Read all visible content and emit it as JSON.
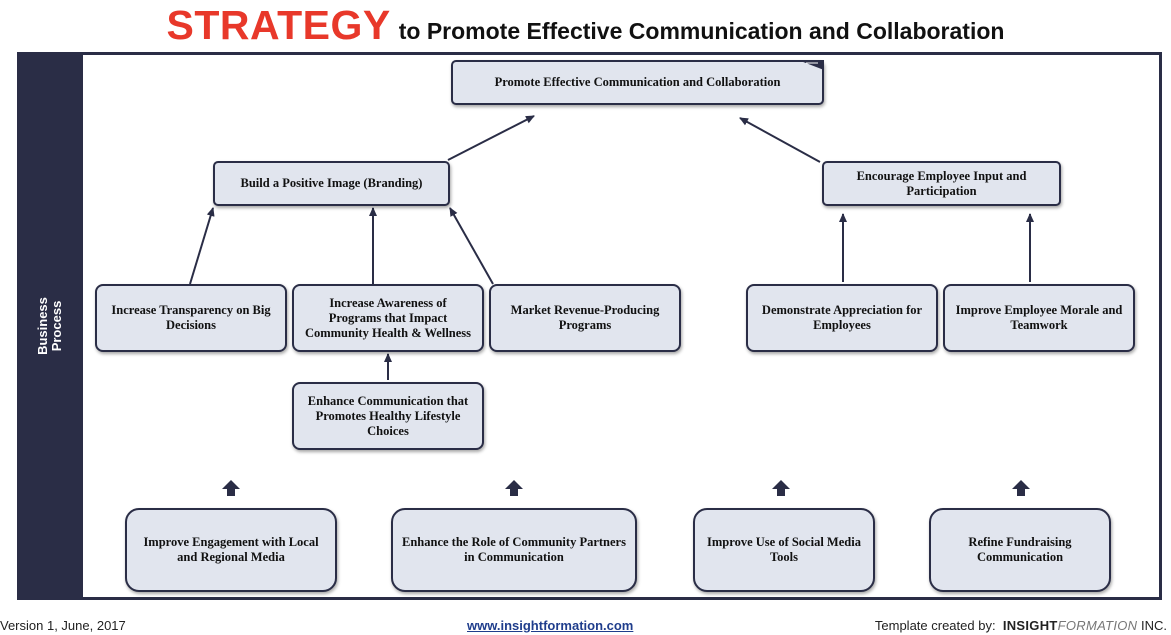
{
  "title": {
    "highlight": "STRATEGY",
    "rest": "to Promote Effective Communication and Collaboration"
  },
  "sidebar": {
    "label": "Business\nProcess"
  },
  "nodes": {
    "goal": "Promote Effective Communication and Collaboration",
    "branding": "Build a Positive Image (Branding)",
    "employee_input": "Encourage Employee Input and Participation",
    "transparency": "Increase Transparency on Big Decisions",
    "awareness": "Increase Awareness of Programs that Impact Community Health & Wellness",
    "market": "Market Revenue-Producing Programs",
    "appreciation": "Demonstrate Appreciation for Employees",
    "morale": "Improve Employee Morale and Teamwork",
    "healthy": "Enhance Communication that Promotes Healthy Lifestyle Choices",
    "media": "Improve Engagement with Local and Regional Media",
    "partners": "Enhance the Role of Community Partners in Communication",
    "social": "Improve Use of Social Media Tools",
    "fundraising": "Refine Fundraising Communication"
  },
  "footer": {
    "version": "Version 1, June, 2017",
    "url": "www.insightformation.com",
    "credit": "Template created by:",
    "brand_bold": "INSIGHT",
    "brand_light": "FORMATION",
    "brand_suffix": "INC."
  }
}
